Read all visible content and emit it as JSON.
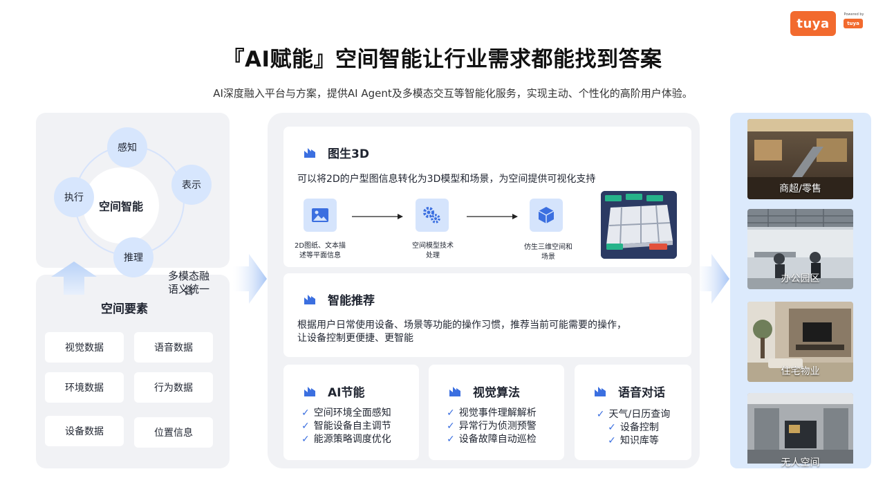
{
  "brand": {
    "logo_text": "tuya",
    "powered_by": "Powered by",
    "powered_logo": "tuya",
    "color": "#f26a2e"
  },
  "header": {
    "title": "『AI赋能』空间智能让行业需求都能找到答案",
    "subtitle": "AI深度融入平台与方案，提供AI Agent及多模态交互等智能化服务，实现主动、个性化的高阶用户体验。"
  },
  "left": {
    "core": "空间智能",
    "nodes": {
      "sense": "感知",
      "represent": "表示",
      "execute": "执行",
      "reason": "推理"
    },
    "fusion_label_1": "多模态融合",
    "fusion_label_2": "语义统一",
    "elements_title": "空间要素",
    "elements": [
      "视觉数据",
      "语音数据",
      "环境数据",
      "行为数据",
      "设备数据",
      "位置信息"
    ]
  },
  "middle": {
    "img3d": {
      "title": "图生3D",
      "desc": "可以将2D的户型图信息转化为3D模型和场景，为空间提供可视化支持",
      "steps": [
        {
          "icon": "image-icon",
          "label_1": "2D图纸、文本描",
          "label_2": "述等平面信息"
        },
        {
          "icon": "gears-icon",
          "label_1": "空间模型技术",
          "label_2": "处理"
        },
        {
          "icon": "cube-icon",
          "label_1": "仿生三维空间和",
          "label_2": "场景"
        }
      ]
    },
    "recommend": {
      "title": "智能推荐",
      "desc_1": "根据用户日常使用设备、场景等功能的操作习惯，推荐当前可能需要的操作，",
      "desc_2": "让设备控制更便捷、更智能"
    },
    "ai_energy": {
      "title": "AI节能",
      "items": [
        "空间环境全面感知",
        "智能设备自主调节",
        "能源策略调度优化"
      ]
    },
    "vision": {
      "title": "视觉算法",
      "items": [
        "视觉事件理解解析",
        "异常行为侦测预警",
        "设备故障自动巡检"
      ]
    },
    "voice": {
      "title": "语音对话",
      "items": [
        "天气/日历查询",
        "设备控制",
        "知识库等"
      ]
    },
    "check_mark": "✓"
  },
  "right": {
    "scenes": [
      "商超/零售",
      "办公园区",
      "住宅物业",
      "无人空间"
    ]
  },
  "colors": {
    "accent": "#3b6fe0",
    "panel": "#f1f2f5",
    "node": "#d7e6fd",
    "right_panel": "#dceafc"
  }
}
